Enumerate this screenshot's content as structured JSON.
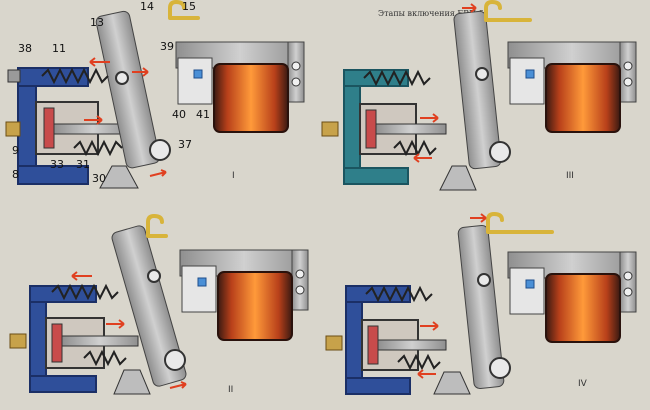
{
  "title": "Этапы включения БВП-5",
  "callouts": [
    "13",
    "14",
    "15",
    "38",
    "11",
    "39",
    "40",
    "41",
    "9",
    "33",
    "31",
    "8",
    "30",
    "37"
  ],
  "stage_labels": [
    "I",
    "III",
    "II",
    "IV"
  ],
  "colors": {
    "background": "#d9d6cc",
    "housing_blue": "#2f4f9a",
    "housing_teal": "#2f7f8a",
    "coil_orange": "#e0702a",
    "coil_dark": "#3a1a12",
    "arrow_red": "#e04020",
    "hook_yellow": "#d8b43a",
    "metal_gray": "#a7a7a7",
    "metal_dark": "#4f4f4f"
  }
}
